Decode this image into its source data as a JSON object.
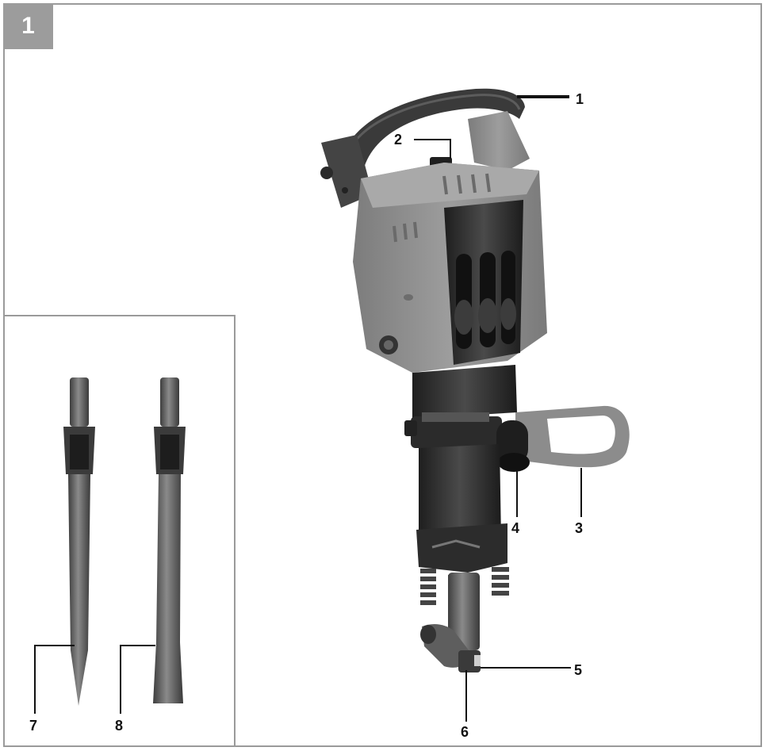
{
  "figure": {
    "number": "1"
  },
  "callouts": [
    {
      "id": "callout-1",
      "text": "1"
    },
    {
      "id": "callout-2",
      "text": "2"
    },
    {
      "id": "callout-3",
      "text": "3"
    },
    {
      "id": "callout-4",
      "text": "4"
    },
    {
      "id": "callout-5",
      "text": "5"
    },
    {
      "id": "callout-6",
      "text": "6"
    },
    {
      "id": "callout-7",
      "text": "7"
    },
    {
      "id": "callout-8",
      "text": "8"
    }
  ],
  "colors": {
    "frame": "#9a9a9a",
    "tab": "#9c9c9c",
    "housing": "#8f8f8f",
    "dark": "#2a2a2a",
    "steel": "#6e6e6e"
  },
  "parts": {
    "tool": "demolition-hammer-icon",
    "accessory_a": "pointed-chisel-icon",
    "accessory_b": "flat-chisel-icon"
  }
}
